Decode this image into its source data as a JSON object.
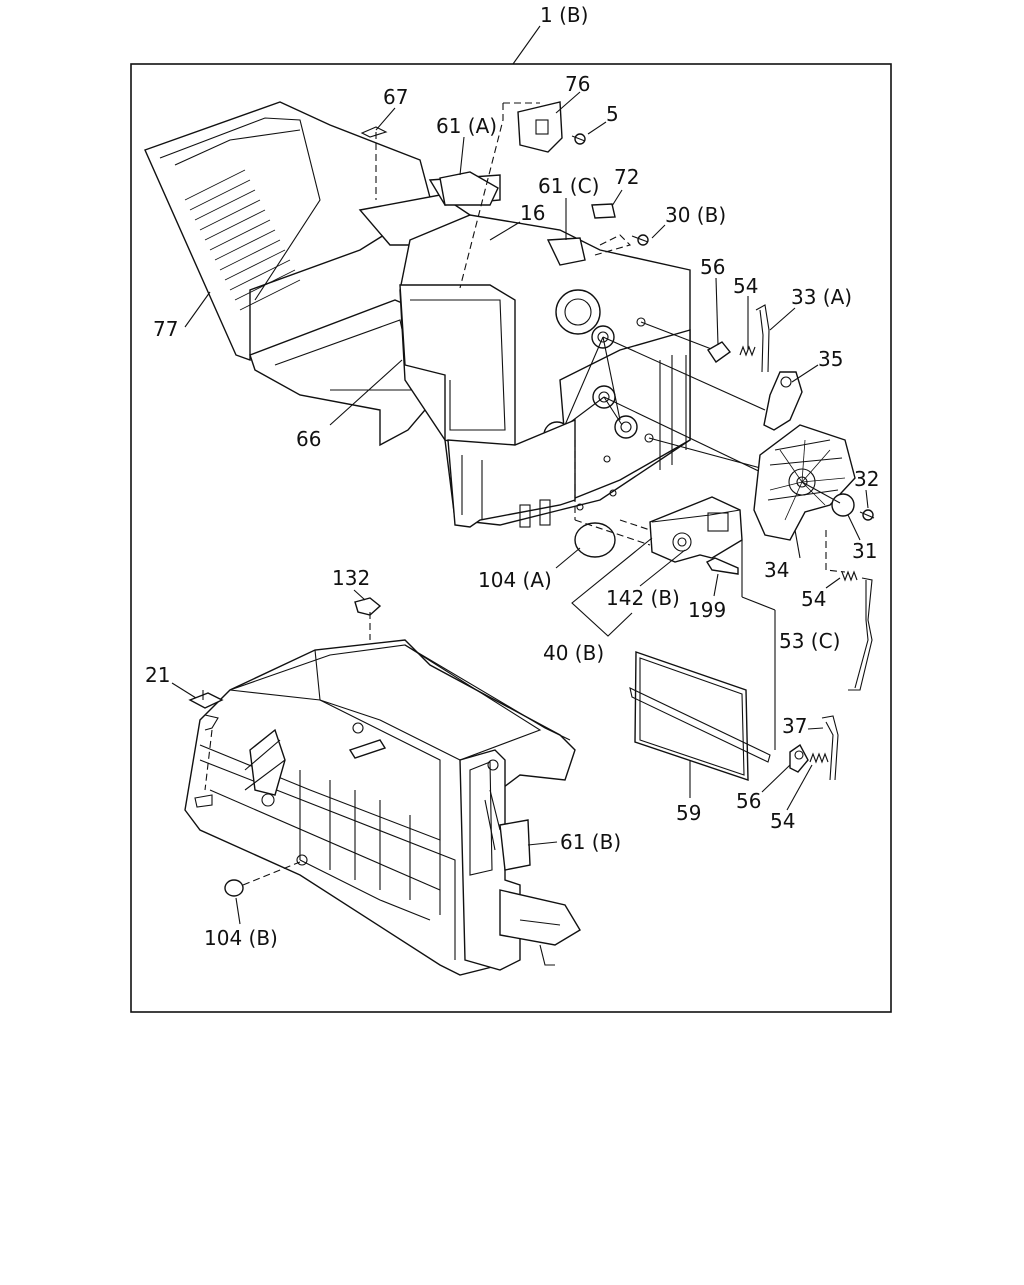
{
  "diagram": {
    "assembly_label": "1 (B)",
    "callouts": {
      "p67": "67",
      "p76": "76",
      "p5": "5",
      "p61a": "61 (A)",
      "p61c": "61 (C)",
      "p72": "72",
      "p16": "16",
      "p30b": "30 (B)",
      "p56a": "56",
      "p54a": "54",
      "p33a": "33 (A)",
      "p35": "35",
      "p77": "77",
      "p66": "66",
      "p32": "32",
      "p31": "31",
      "p34": "34",
      "p54b": "54",
      "p104a": "104 (A)",
      "p142b": "142 (B)",
      "p199": "199",
      "p40b": "40 (B)",
      "p53c": "53 (C)",
      "p132": "132",
      "p21": "21",
      "p37": "37",
      "p56b": "56",
      "p54c": "54",
      "p59": "59",
      "p61b": "61 (B)",
      "p104b": "104 (B)"
    }
  }
}
